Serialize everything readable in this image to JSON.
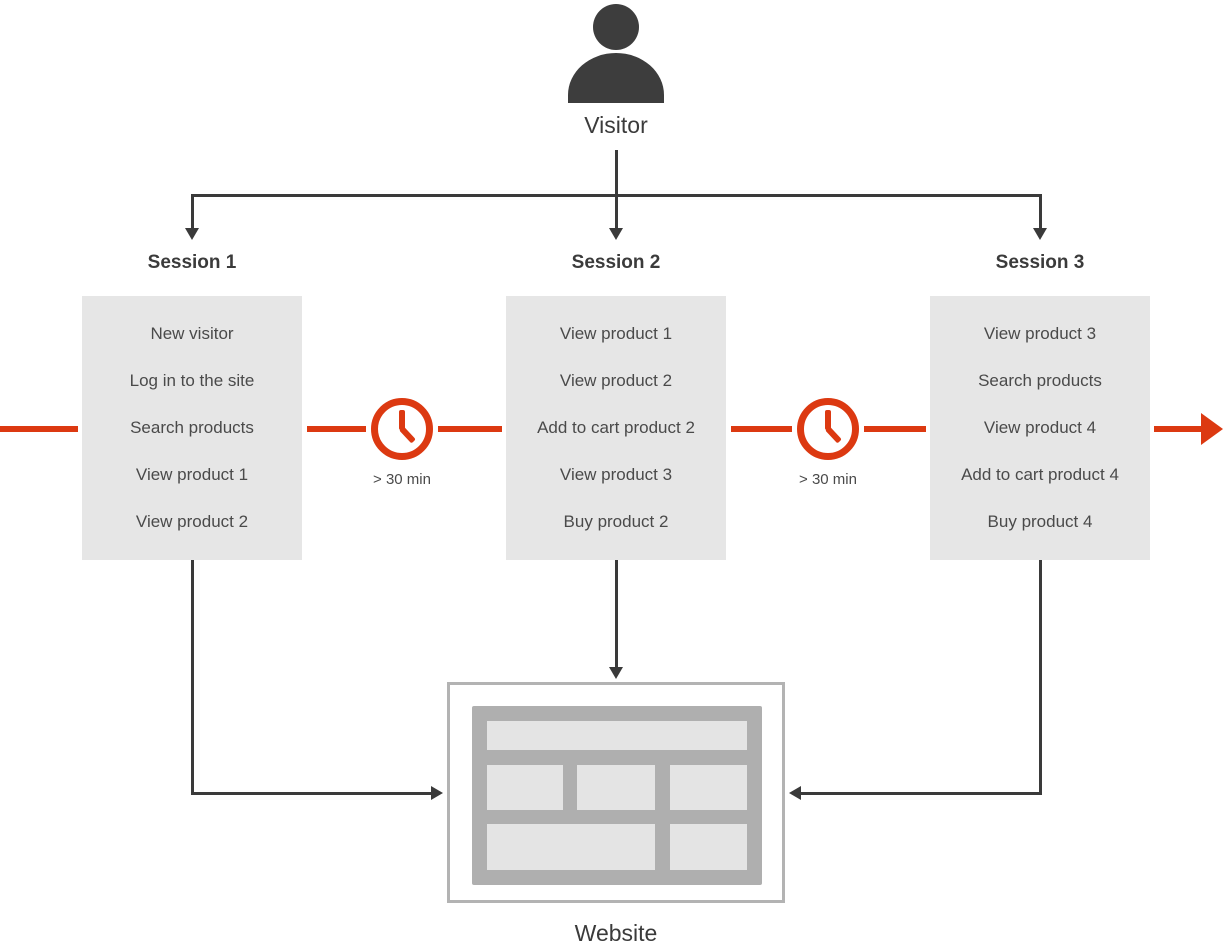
{
  "visitor": {
    "label": "Visitor"
  },
  "sessions": [
    {
      "title": "Session 1",
      "items": [
        "New visitor",
        "Log in to the site",
        "Search products",
        "View product 1",
        "View product 2"
      ]
    },
    {
      "title": "Session 2",
      "items": [
        "View product 1",
        "View product 2",
        "Add to cart product 2",
        "View product 3",
        "Buy product 2"
      ]
    },
    {
      "title": "Session 3",
      "items": [
        "View product 3",
        "Search products",
        "View product 4",
        "Add to cart product 4",
        "Buy product 4"
      ]
    }
  ],
  "timeline": {
    "gaps": [
      {
        "label": "> 30 min"
      },
      {
        "label": "> 30 min"
      }
    ]
  },
  "website": {
    "label": "Website"
  },
  "icons": {
    "visitor": "person-icon",
    "gap": "clock-icon",
    "website": "browser-window-icon"
  },
  "colors": {
    "accent_red": "#DC3911",
    "arrow_dark": "#3A3A3A",
    "icon_dark": "#3D3D3D",
    "session_box_bg": "#E6E6E6",
    "text_title": "#3B3B3B",
    "text_body": "#4A4A4A",
    "website_border": "#B3B3B3",
    "website_inner": "#AFAFAF",
    "website_cell": "#E4E4E4"
  }
}
